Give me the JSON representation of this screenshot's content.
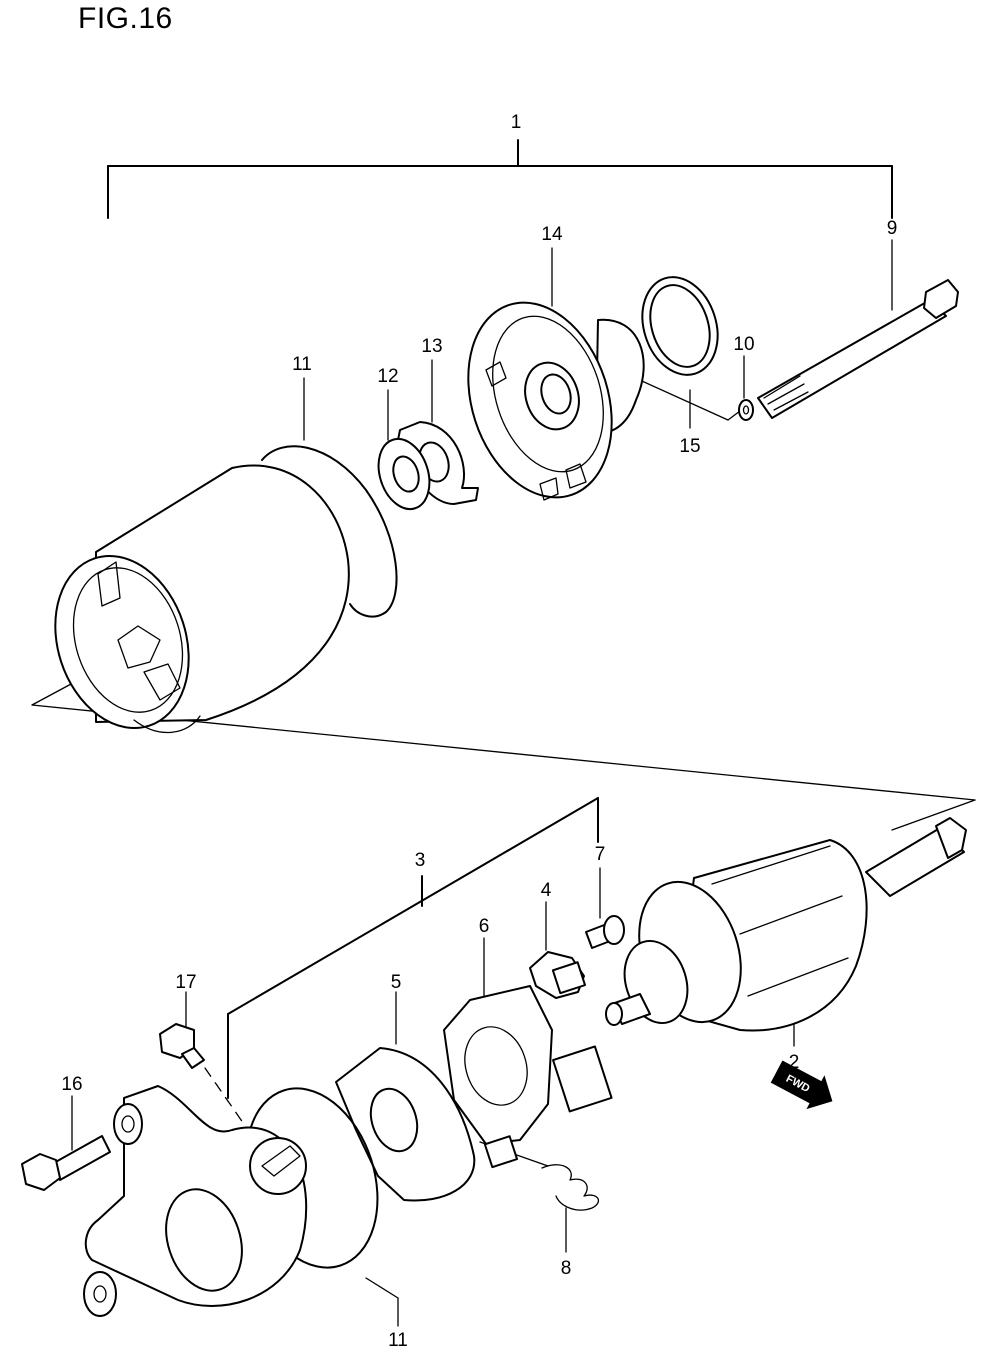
{
  "figure": {
    "title": "FIG.16"
  },
  "callouts": {
    "c1": "1",
    "c2": "2",
    "c3": "3",
    "c4": "4",
    "c5": "5",
    "c6": "6",
    "c7": "7",
    "c8": "8",
    "c9": "9",
    "c10": "10",
    "c11_top": "11",
    "c11_bottom": "11",
    "c12": "12",
    "c13": "13",
    "c14": "14",
    "c15": "15",
    "c16": "16",
    "c17": "17"
  },
  "direction_badge": {
    "label": "FWD"
  }
}
